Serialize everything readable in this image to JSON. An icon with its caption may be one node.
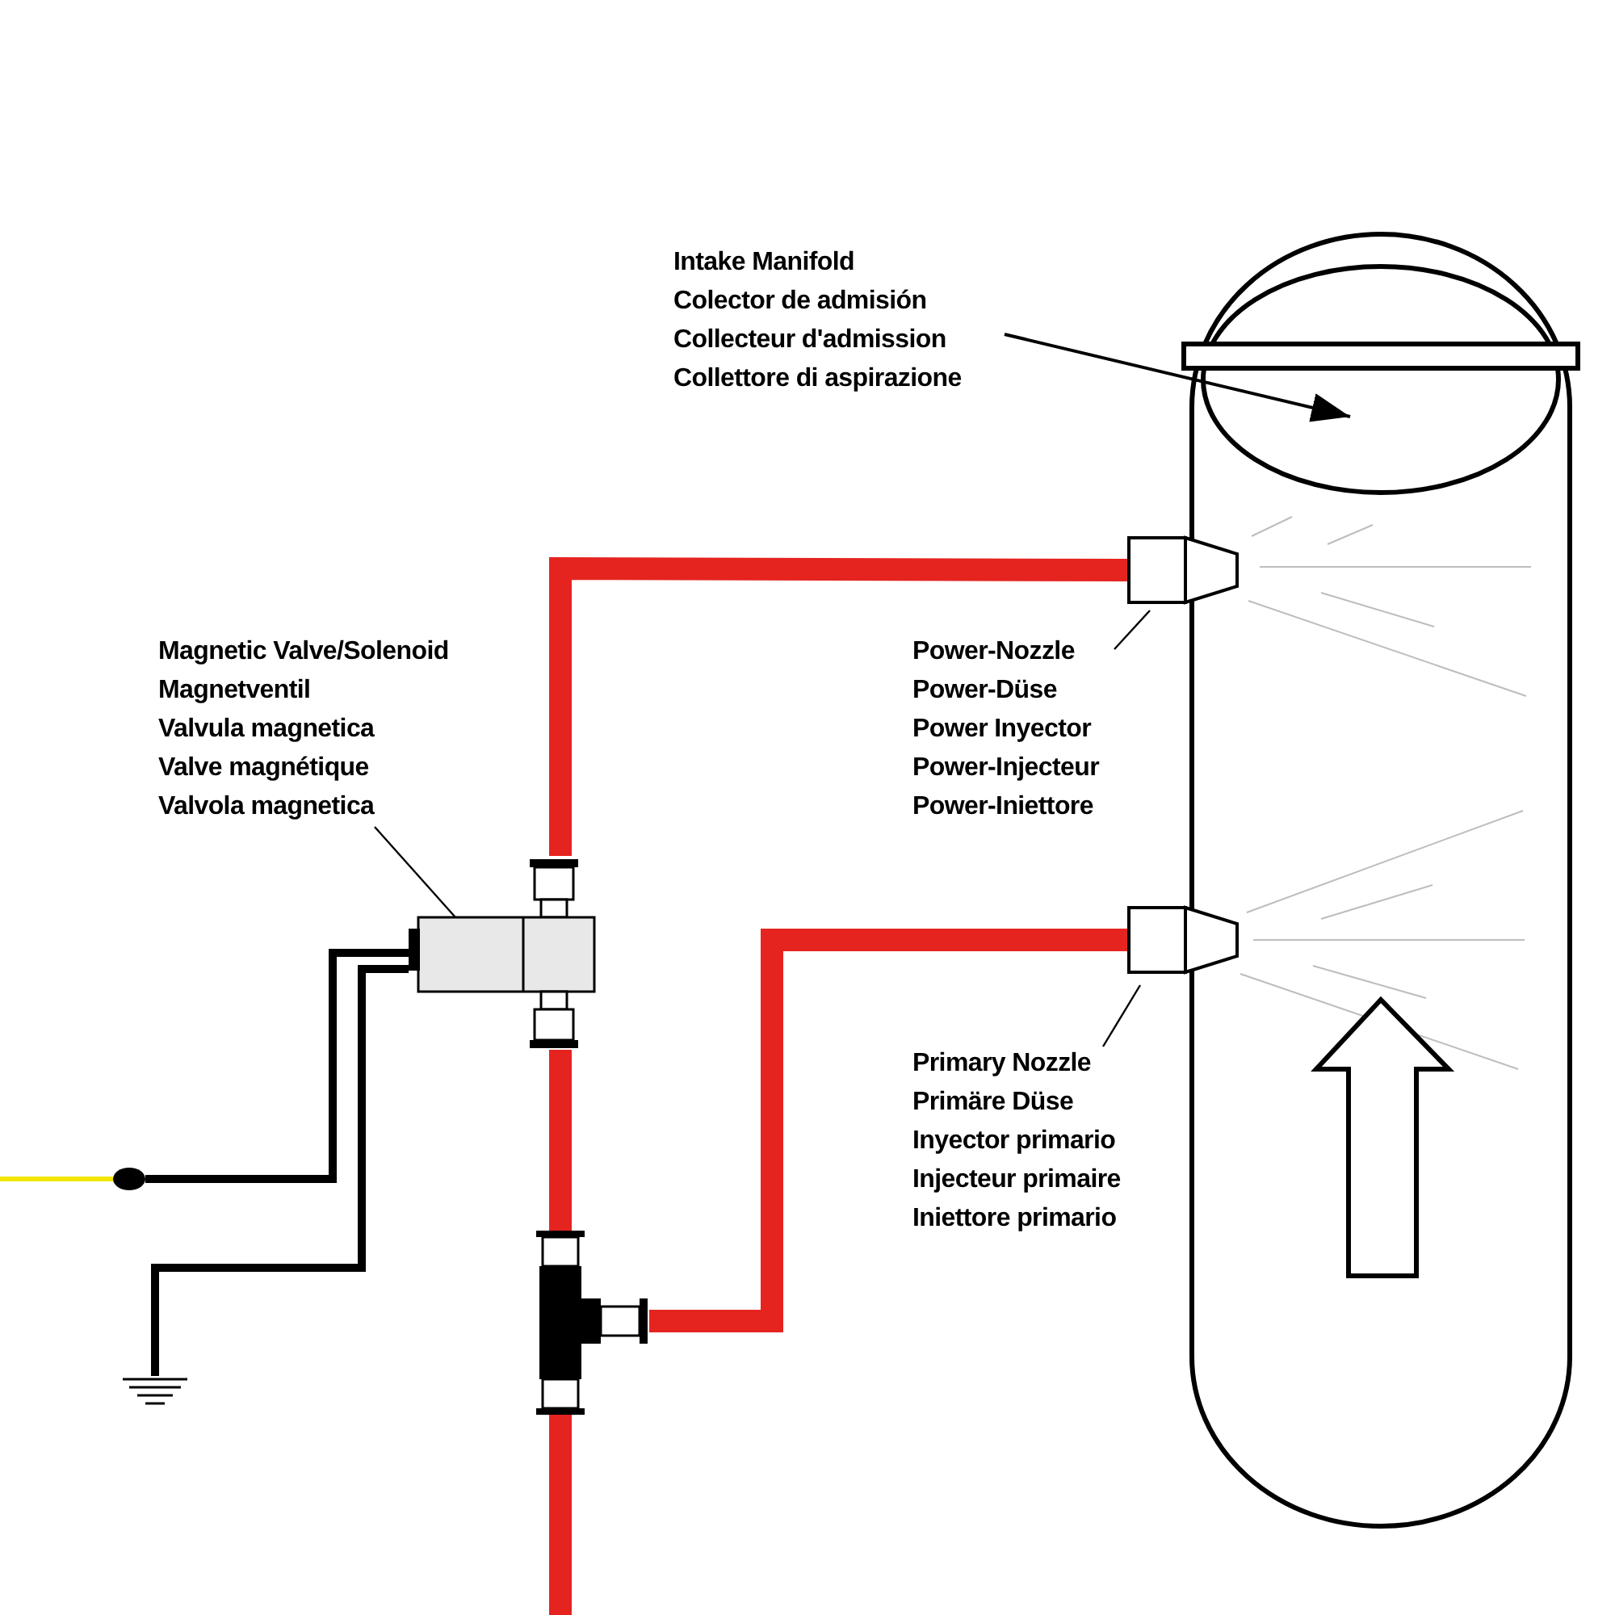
{
  "diagram": {
    "nodes": [
      {
        "text": [
          "Intake Manifold",
          "Colector de admisión",
          "Collecteur d'admission",
          "Collettore di aspirazione"
        ]
      },
      {
        "text": [],
        "shape": "cylinder"
      },
      {
        "text": [
          "Magnetic Valve/Solenoid",
          "Magnetventil",
          "Valvula magnetica",
          "Valve magnétique",
          "Valvola magnetica"
        ]
      },
      {
        "text": [],
        "shape": "valve"
      },
      {
        "text": [
          "Power-Nozzle",
          "Power-Düse",
          "Power Inyector",
          "Power-Injecteur",
          "Power-Iniettore"
        ]
      },
      {
        "text": [],
        "shape": "nozzle"
      },
      {
        "text": [
          "Primary Nozzle",
          "Primäre Düse",
          "Inyector primario",
          "Injecteur primaire",
          "Iniettore primario"
        ]
      },
      {
        "text": [],
        "shape": "nozzle"
      },
      {
        "text": [],
        "shape": "tee"
      },
      {
        "text": [],
        "shape": "dot"
      },
      {
        "text": [],
        "shape": "ground"
      }
    ],
    "edges": [
      {
        "from": 0,
        "to": 1,
        "arrow": "to"
      },
      {
        "from": 2,
        "to": 3,
        "arrow": "none"
      },
      {
        "from": 4,
        "to": 5,
        "arrow": "none"
      },
      {
        "from": 6,
        "to": 7,
        "arrow": "none"
      },
      {
        "from": null,
        "to": 8,
        "arrow": "none",
        "style": "thick",
        "color": "#e52420"
      },
      {
        "from": 8,
        "to": 3,
        "arrow": "none",
        "style": "thick",
        "color": "#e52420"
      },
      {
        "from": 3,
        "to": 5,
        "arrow": "none",
        "style": "thick",
        "color": "#e52420"
      },
      {
        "from": 8,
        "to": 7,
        "arrow": "none",
        "style": "thick",
        "color": "#e52420"
      },
      {
        "from": 3,
        "to": 9,
        "arrow": "none"
      },
      {
        "from": 3,
        "to": 10,
        "arrow": "none"
      },
      {
        "from": 9,
        "to": null,
        "arrow": "none",
        "color": "#f2e600"
      }
    ]
  }
}
